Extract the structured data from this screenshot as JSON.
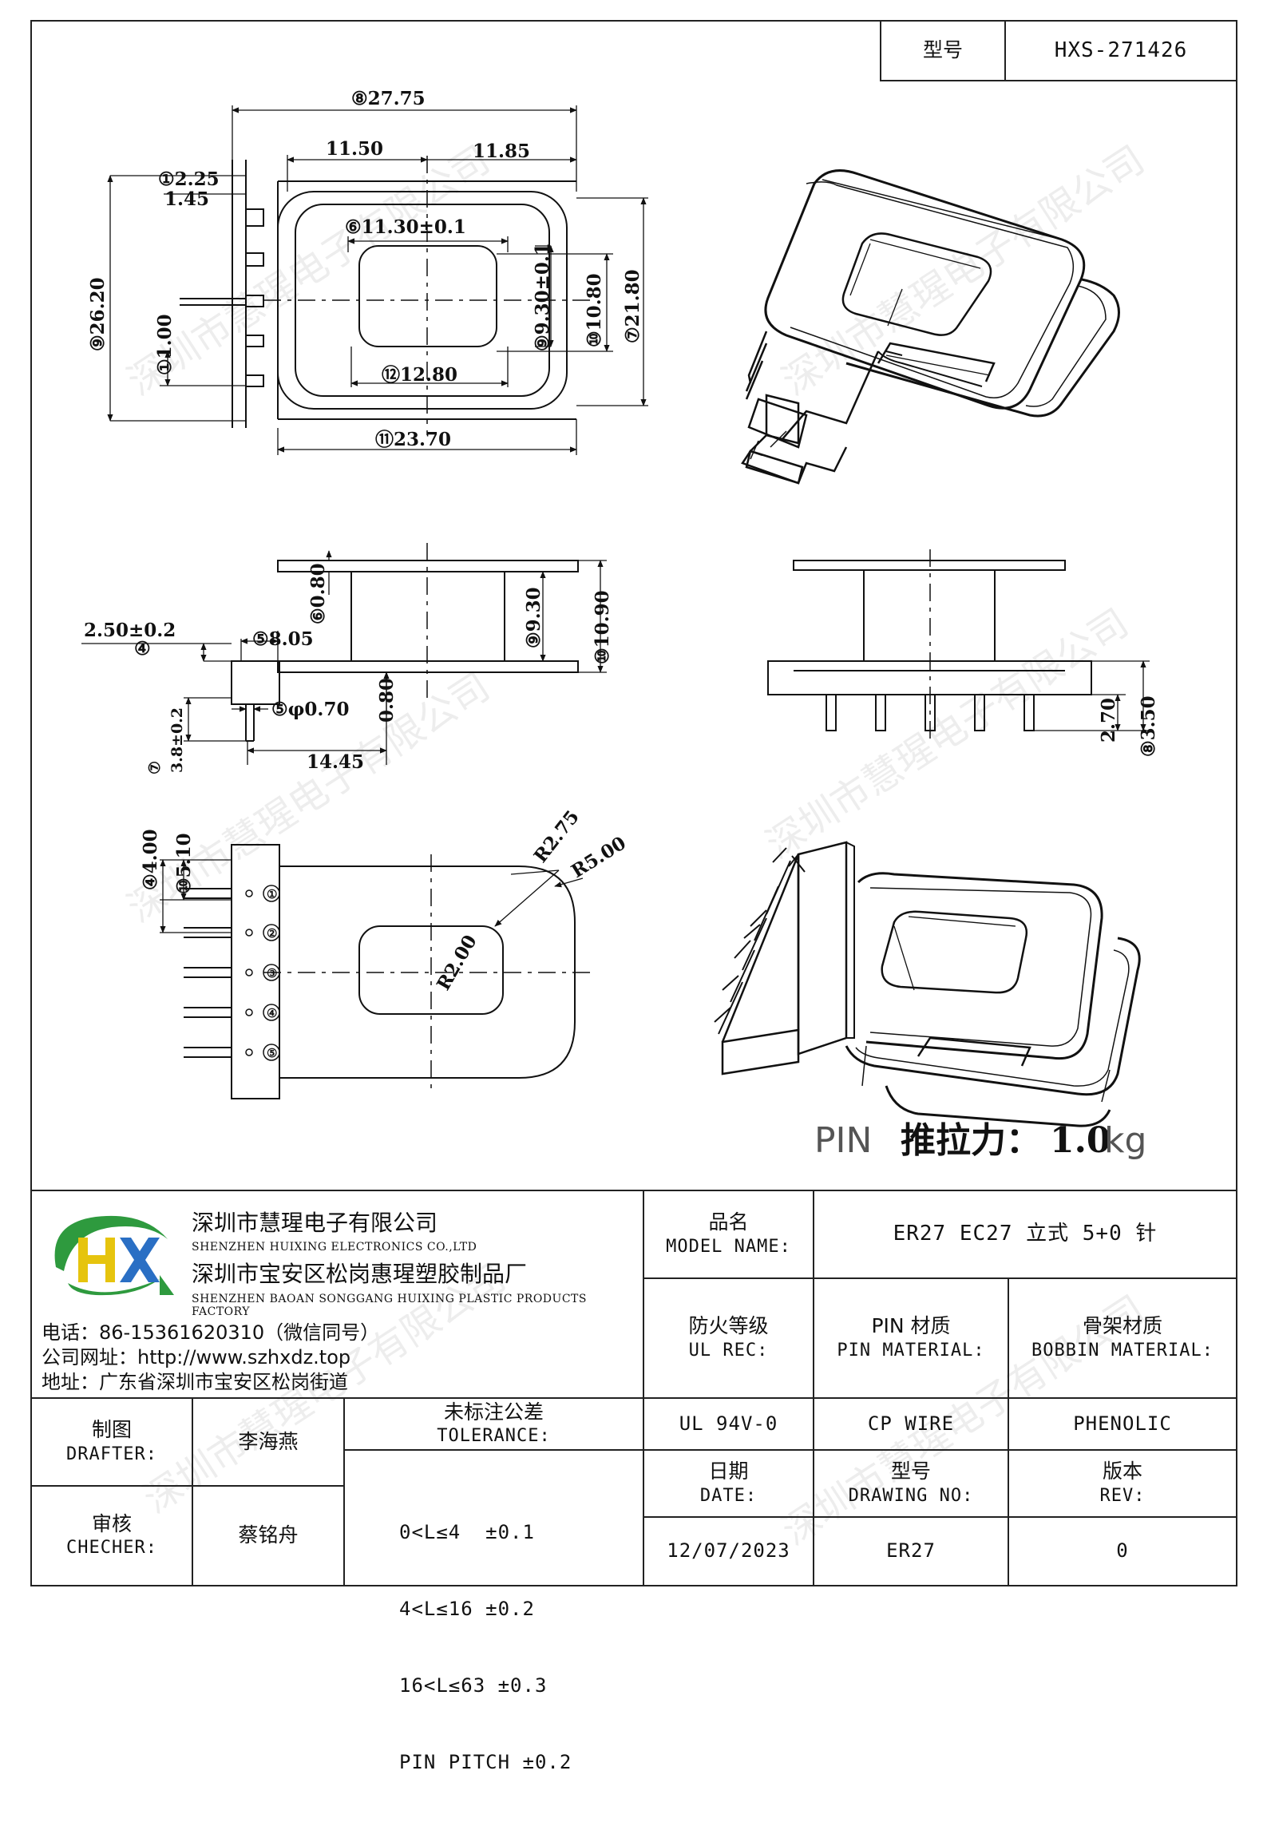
{
  "header": {
    "model_label": "型号",
    "model_value": "HXS-271426"
  },
  "drawing": {
    "top_view": {
      "d_overall_width": "⑧27.75",
      "d_left_part": "11.50",
      "d_right_part": "11.85",
      "d_pin_offset": "①2.25",
      "d_pin_width": "1.45",
      "d_window_width": "⑥11.30±0.1",
      "d_overall_height": "⑨26.20",
      "d_window_height": "⑨9.30±0.1",
      "d_flange_window": "⑩10.80",
      "d_flange_height": "⑦21.80",
      "d_pin_thick": "①1.00",
      "d_core_width": "⑫12.80",
      "d_base_width": "⑪23.70"
    },
    "side_view": {
      "d_flange_thick": "⑥0.80",
      "d_base_height": "2.50±0.2",
      "d_base_height_mark": "④",
      "d_base_depth": "⑤8.05",
      "d_pin_dia": "⑤φ0.70",
      "d_bottom_flange": "0.80",
      "d_body_length": "14.45",
      "d_pin_length": "3.8±0.2",
      "d_pin_length_mark": "⑦",
      "d_core_height": "⑨9.30",
      "d_flange_total": "⑩10.90"
    },
    "front_view": {
      "d_pin_standoff": "2.70",
      "d_pin_total": "⑧3.50"
    },
    "bottom_view": {
      "d_pin_pitch": "④4.00",
      "d_pin_first": "⑩5.10",
      "d_radius_inner": "R2.75",
      "d_radius_outer": "R5.00",
      "d_radius_window": "R2.00",
      "pin_numbers": [
        "①",
        "②",
        "③",
        "④",
        "⑤"
      ]
    },
    "pin_force": {
      "prefix": "PIN",
      "label": "推拉力：",
      "value": "1.0",
      "unit": "kg"
    },
    "watermark": "深圳市慧瑆电子有限公司"
  },
  "company": {
    "name_cn": "深圳市慧瑆电子有限公司",
    "name_en": "SHENZHEN HUIXING ELECTRONICS CO.,LTD",
    "factory_cn": "深圳市宝安区松岗惠瑆塑胶制品厂",
    "factory_en": "SHENZHEN BAOAN SONGGANG HUIXING PLASTIC PRODUCTS FACTORY",
    "phone": "电话：86-15361620310（微信同号）",
    "website": "公司网址：http://www.szhxdz.top",
    "address": "地址：广东省深圳市宝安区松岗街道",
    "logo_text": "HX",
    "colors": {
      "logo_green": "#2e9a3e",
      "logo_yellow": "#e6c40e",
      "logo_blue": "#2a6fc4"
    }
  },
  "title_block": {
    "model_name_cn": "品名",
    "model_name_en": "MODEL NAME:",
    "model_name_value": "ER27 EC27 立式 5+0 针",
    "ul_cn": "防火等级",
    "ul_en": "UL REC:",
    "pin_mat_cn": "PIN 材质",
    "pin_mat_en": "PIN MATERIAL:",
    "bobbin_mat_cn": "骨架材质",
    "bobbin_mat_en": "BOBBIN MATERIAL:",
    "ul_value": "UL 94V-0",
    "pin_mat_value": "CP WIRE",
    "bobbin_mat_value": "PHENOLIC",
    "drafter_cn": "制图",
    "drafter_en": "DRAFTER:",
    "drafter_name": "李海燕",
    "checker_cn": "审核",
    "checker_en": "CHECHER:",
    "checker_name": "蔡铭舟",
    "tolerance_cn": "未标注公差",
    "tolerance_en": "TOLERANCE:",
    "tolerances": [
      "0<L≤4  ±0.1",
      "4<L≤16 ±0.2",
      "16<L≤63 ±0.3",
      "PIN PITCH ±0.2"
    ],
    "date_cn": "日期",
    "date_en": "DATE:",
    "drawing_no_cn": "型号",
    "drawing_no_en": "DRAWING NO:",
    "rev_cn": "版本",
    "rev_en": "REV:",
    "date_value": "12/07/2023",
    "drawing_no_value": "ER27",
    "rev_value": "0"
  }
}
